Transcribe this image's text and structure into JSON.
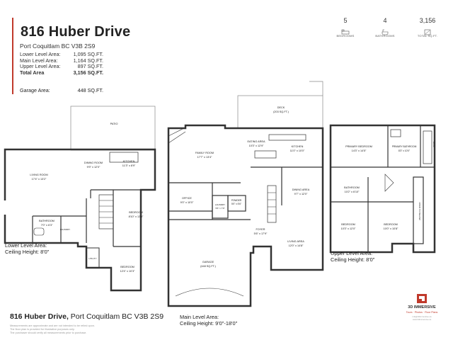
{
  "header": {
    "title": "816 Huber Drive",
    "subtitle": "Port Coquitlam BC V3B 2S9",
    "areas": [
      {
        "label": "Lower Level Area:",
        "value": "1,095 SQ.FT."
      },
      {
        "label": "Main Level Area:",
        "value": "1,164 SQ.FT."
      },
      {
        "label": "Upper Level Area:",
        "value": "897 SQ.FT."
      },
      {
        "label": "Total Area",
        "value": "3,156 SQ.FT."
      }
    ],
    "garage": {
      "label": "Garage Area:",
      "value": "448 SQ.FT."
    }
  },
  "stats": [
    {
      "number": "5",
      "label": "BEDROOMS",
      "icon": "bed-icon"
    },
    {
      "number": "4",
      "label": "BATHROOMS",
      "icon": "bath-icon"
    },
    {
      "number": "3,156",
      "label": "TOTAL SQ.FT.",
      "icon": "area-icon"
    }
  ],
  "lower": {
    "level": "Lower Level Area:",
    "ceiling": "Ceiling Height: 8'0\"",
    "rooms": {
      "patio": "PATIO",
      "living_name": "LIVING ROOM",
      "living_dim": "17'4\" x 13'2\"",
      "dining_name": "DINING ROOM",
      "dining_dim": "9'9\" x 12'0\"",
      "kitchen_name": "KITCHEN",
      "kitchen_dim": "11'3\" x 8'9\"",
      "bedroom1_name": "BEDROOM",
      "bedroom1_dim": "8'10\" x 13'0\"",
      "bath_name": "BATHROOM",
      "bath_dim": "7'0\" x 6'3\"",
      "laundry": "LAUNDRY",
      "util": "UTILITY",
      "bedroom2_name": "BEDROOM",
      "bedroom2_dim": "12'4\" x 10'3\""
    }
  },
  "main": {
    "level": "Main Level Area:",
    "ceiling": "Ceiling Height: 9'0\"-18'0\"",
    "rooms": {
      "deck_name": "DECK",
      "deck_area": "(203 SQ.FT.)",
      "family_name": "FAMILY ROOM",
      "family_dim": "17'7\" x 13'4\"",
      "eating_name": "EATING AREA",
      "eating_dim": "10'3\" x 12'9\"",
      "kitchen_name": "KITCHEN",
      "kitchen_dim": "11'0\" x 10'0\"",
      "office_name": "OFFICE",
      "office_dim": "9'0\" x 10'0\"",
      "laundry_name": "LAUNDRY",
      "laundry_dim": "5'6\" x 7'9\"",
      "powder_name": "POWDER",
      "powder_dim": "5'0\" x 5'6\"",
      "dining_name": "DINING AREA",
      "dining_dim": "9'7\" x 12'0\"",
      "foyer_name": "FOYER",
      "foyer_dim": "5'6\" x 17'9\"",
      "living_name": "LIVING AREA",
      "living_dim": "12'0\" x 14'8\"",
      "garage_name": "GARAGE",
      "garage_area": "(448 SQ.FT.)"
    }
  },
  "upper": {
    "level": "Upper Level Area:",
    "ceiling": "Ceiling Height: 8'0\"",
    "rooms": {
      "primary_bed_name": "PRIMARY BEDROOM",
      "primary_bed_dim": "14'3\" x 14'5\"",
      "primary_bath_name": "PRIMARY BATHROOM",
      "primary_bath_dim": "8'3\" x 10'0\"",
      "wic": "W.I.C.",
      "bath_name": "BATHROOM",
      "bath_dim": "10'2\" x 6'10\"",
      "open_to_below": "OPEN TO BELOW",
      "bed2_name": "BEDROOM",
      "bed2_dim": "10'3\" x 12'0\"",
      "bed3_name": "BEDROOM",
      "bed3_dim": "10'0\" x 10'8\""
    }
  },
  "footer": {
    "address_bold": "816 Huber Drive,",
    "address_rest": " Port Coquitlam BC V3B 2S9",
    "disclaimer_1": "Measurements are approximate and are not intended to be relied upon.",
    "disclaimer_2": "The floor plan is provided for illustrative purposes only.",
    "disclaimer_3": "The purchaser should verify all measurements prior to purchase."
  },
  "logo": {
    "name": "3D IMMERSIVE",
    "tagline": "Tours · Photos · Floor Plans",
    "info_1": "info@3dimmersive.ca",
    "info_2": "www.3dimmersive.ca"
  },
  "colors": {
    "accent": "#c0392b",
    "wall": "#333333"
  }
}
